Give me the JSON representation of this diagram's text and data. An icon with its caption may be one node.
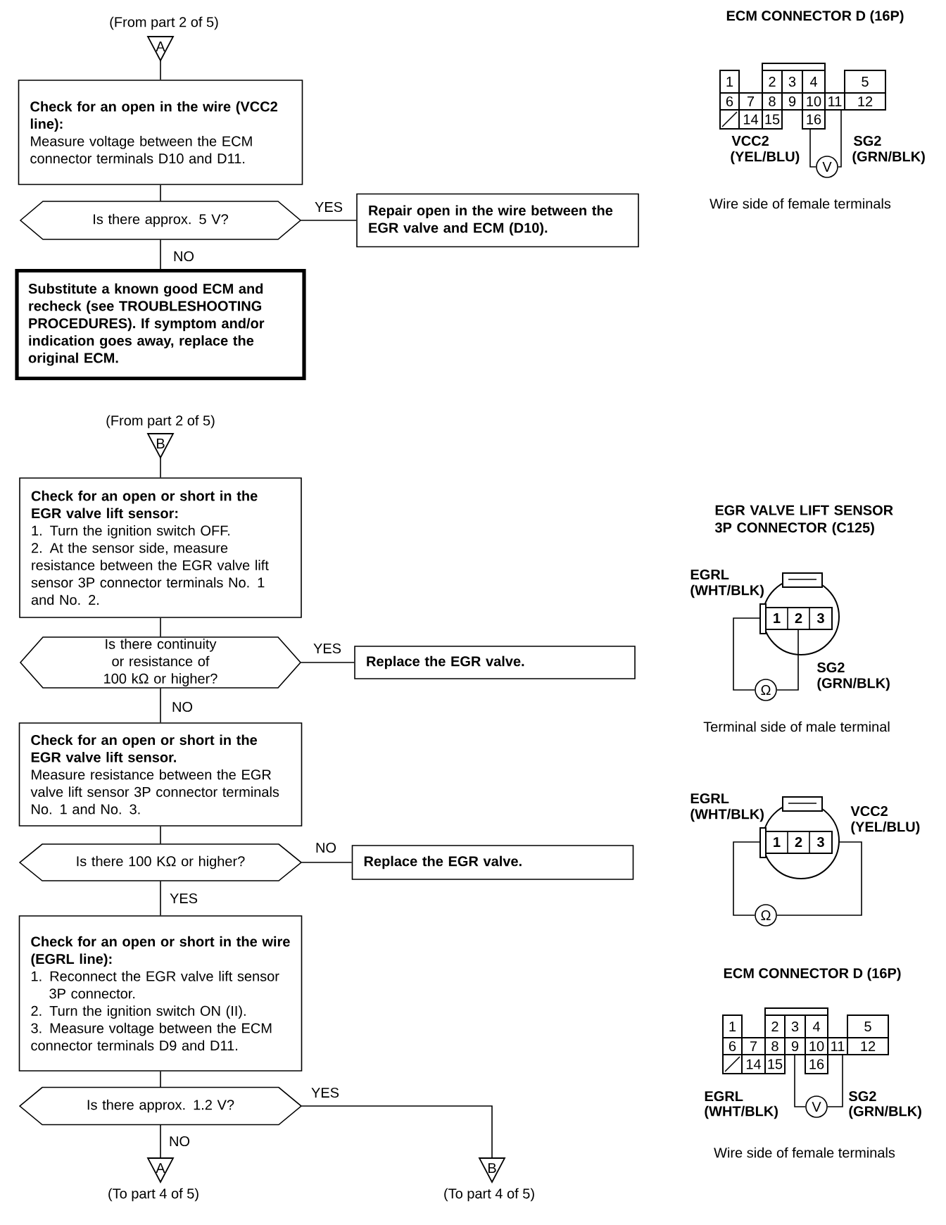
{
  "diagram": {
    "nodes": [
      {
        "text": [
          "A"
        ],
        "beside": [
          "(From part 2 of 5)"
        ]
      },
      {
        "text": [
          "Check for an open in the wire (VCC2 line):",
          "Measure voltage between the ECM connector terminals D10 and D11."
        ]
      },
      {
        "text": [
          "Is there approx. 5 V?"
        ]
      },
      {
        "text": [
          "Repair open in the wire between the EGR valve and ECM (D10)."
        ]
      },
      {
        "text": [
          "Substitute a known good ECM and recheck (see TROUBLESHOOTING PROCEDURES). If symptom and/or indication goes away, replace the original ECM."
        ]
      },
      {
        "text": [
          "B"
        ],
        "beside": [
          "(From part 2 of 5)"
        ]
      },
      {
        "text": [
          "Check for an open or short in the EGR valve lift sensor:",
          "1. Turn the ignition switch OFF.",
          "2. At the sensor side, measure resistance between the EGR valve lift sensor 3P connector terminals No. 1 and No. 2."
        ]
      },
      {
        "text": [
          "Is there continuity or resistance of 100 kΩ or higher?"
        ]
      },
      {
        "text": [
          "Replace the EGR valve."
        ]
      },
      {
        "text": [
          "Check for an open or short in the EGR valve lift sensor.",
          "Measure resistance between the EGR valve lift sensor 3P connector terminals No. 1 and No. 3."
        ]
      },
      {
        "text": [
          "Is there 100 KΩ or higher?"
        ]
      },
      {
        "text": [
          "Replace the EGR valve."
        ]
      },
      {
        "text": [
          "Check for an open or short in the wire (EGRL line):",
          "1. Reconnect the EGR valve lift sensor 3P connector.",
          "2. Turn the ignition switch ON (II).",
          "3. Measure voltage between the ECM connector terminals D9 and D11."
        ]
      },
      {
        "text": [
          "Is there approx. 1.2 V?"
        ]
      },
      {
        "text": [
          "A"
        ],
        "beside": [
          "(To part 4 of 5)"
        ]
      },
      {
        "text": [
          "B"
        ],
        "beside": [
          "(To part 4 of 5)"
        ]
      }
    ],
    "edges": [
      {
        "from": 0,
        "to": 1,
        "arrow": "none"
      },
      {
        "from": 1,
        "to": 2,
        "arrow": "none"
      },
      {
        "from": 2,
        "to": 3,
        "arrow": "none",
        "label": "YES"
      },
      {
        "from": 2,
        "to": 4,
        "arrow": "none",
        "label": "NO"
      },
      {
        "from": 5,
        "to": 6,
        "arrow": "none"
      },
      {
        "from": 6,
        "to": 7,
        "arrow": "none"
      },
      {
        "from": 7,
        "to": 8,
        "arrow": "none",
        "label": "YES"
      },
      {
        "from": 7,
        "to": 9,
        "arrow": "none",
        "label": "NO"
      },
      {
        "from": 9,
        "to": 10,
        "arrow": "none"
      },
      {
        "from": 10,
        "to": 11,
        "arrow": "none",
        "label": "NO"
      },
      {
        "from": 10,
        "to": 12,
        "arrow": "none",
        "label": "YES"
      },
      {
        "from": 12,
        "to": 13,
        "arrow": "none"
      },
      {
        "from": 13,
        "to": 14,
        "arrow": "none",
        "label": "NO"
      },
      {
        "from": 13,
        "to": 15,
        "arrow": "none",
        "label": "YES"
      }
    ],
    "labels": [
      "ECM CONNECTOR D (16P)",
      "1",
      "2",
      "3",
      "4",
      "5",
      "6",
      "7",
      "8",
      "9",
      "10",
      "11",
      "12",
      "14",
      "15",
      "16",
      "VCC2",
      "(YEL/BLU)",
      "SG2",
      "(GRN/BLK)",
      "V",
      "Wire side of female terminals",
      "EGR VALVE LIFT SENSOR 3P CONNECTOR (C125)",
      "EGRL",
      "(WHT/BLK)",
      "1",
      "2",
      "3",
      "SG2",
      "(GRN/BLK)",
      "Ω",
      "Terminal side of male terminal",
      "EGRL",
      "(WHT/BLK)",
      "VCC2",
      "(YEL/BLU)",
      "1",
      "2",
      "3",
      "Ω",
      "ECM CONNECTOR D (16P)",
      "1",
      "2",
      "3",
      "4",
      "5",
      "6",
      "7",
      "8",
      "9",
      "10",
      "11",
      "12",
      "14",
      "15",
      "16",
      "EGRL",
      "(WHT/BLK)",
      "SG2",
      "(GRN/BLK)",
      "V",
      "Wire side of female terminals"
    ]
  }
}
